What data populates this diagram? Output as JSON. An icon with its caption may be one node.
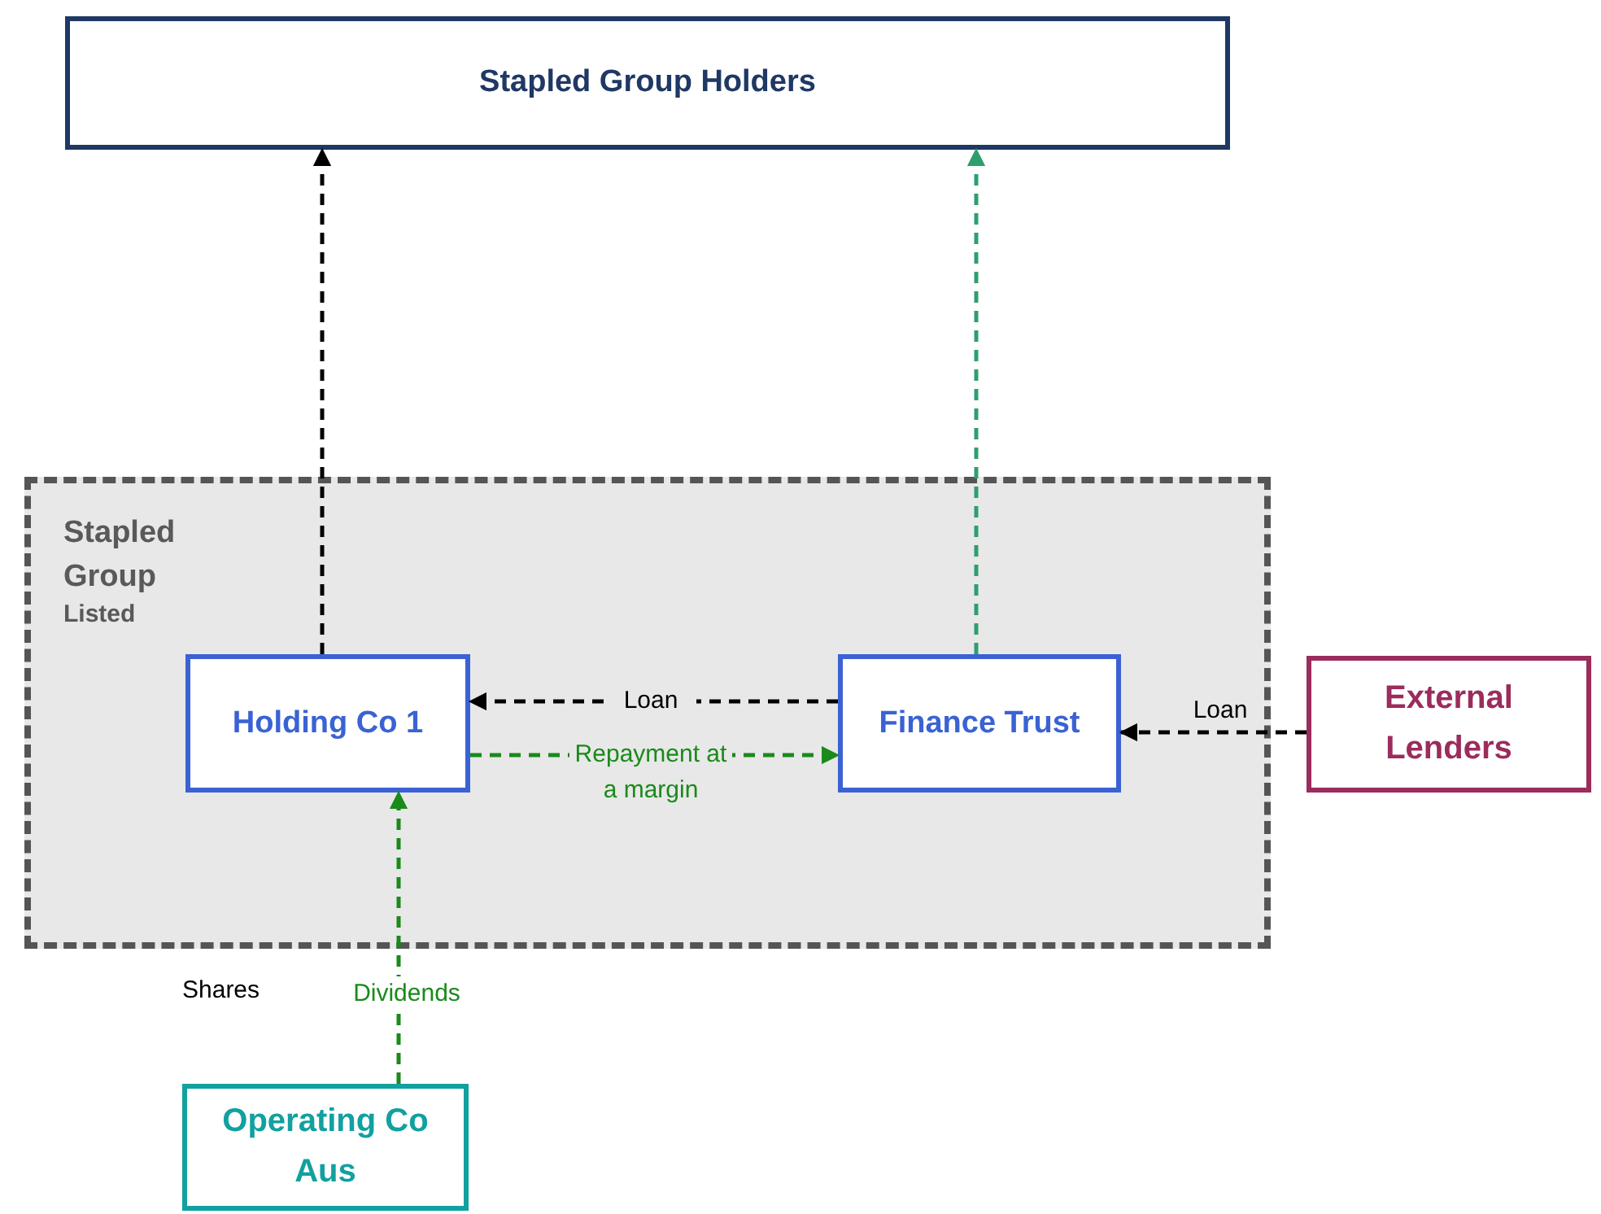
{
  "diagram": {
    "nodes": [
      {
        "text": [
          "Stapled Group Holders"
        ]
      },
      {
        "text": [
          "Stapled Group",
          "Listed"
        ]
      },
      {
        "text": [
          "Holding Co 1"
        ],
        "in": 1
      },
      {
        "text": [
          "Finance Trust"
        ],
        "in": 1
      },
      {
        "text": [
          "External Lenders"
        ]
      },
      {
        "text": [
          "Operating Co Aus"
        ]
      }
    ],
    "edges": [
      {
        "from": 2,
        "to": 0,
        "arrow": "to",
        "style": "dashed"
      },
      {
        "from": 3,
        "to": 0,
        "arrow": "to",
        "style": "dashed",
        "color": "#2e9e6e"
      },
      {
        "from": 3,
        "to": 2,
        "arrow": "to",
        "style": "dashed",
        "label": "Loan"
      },
      {
        "from": 2,
        "to": 3,
        "arrow": "to",
        "style": "dashed",
        "color": "#1a8a1a",
        "label": "Repayment at a margin"
      },
      {
        "from": 4,
        "to": 3,
        "arrow": "to",
        "style": "dashed",
        "label": "Loan"
      },
      {
        "from": 5,
        "to": 2,
        "arrow": "to",
        "style": "dashed",
        "color": "#1a8a1a",
        "label": "Dividends"
      }
    ],
    "labels": [
      "Shares"
    ]
  }
}
